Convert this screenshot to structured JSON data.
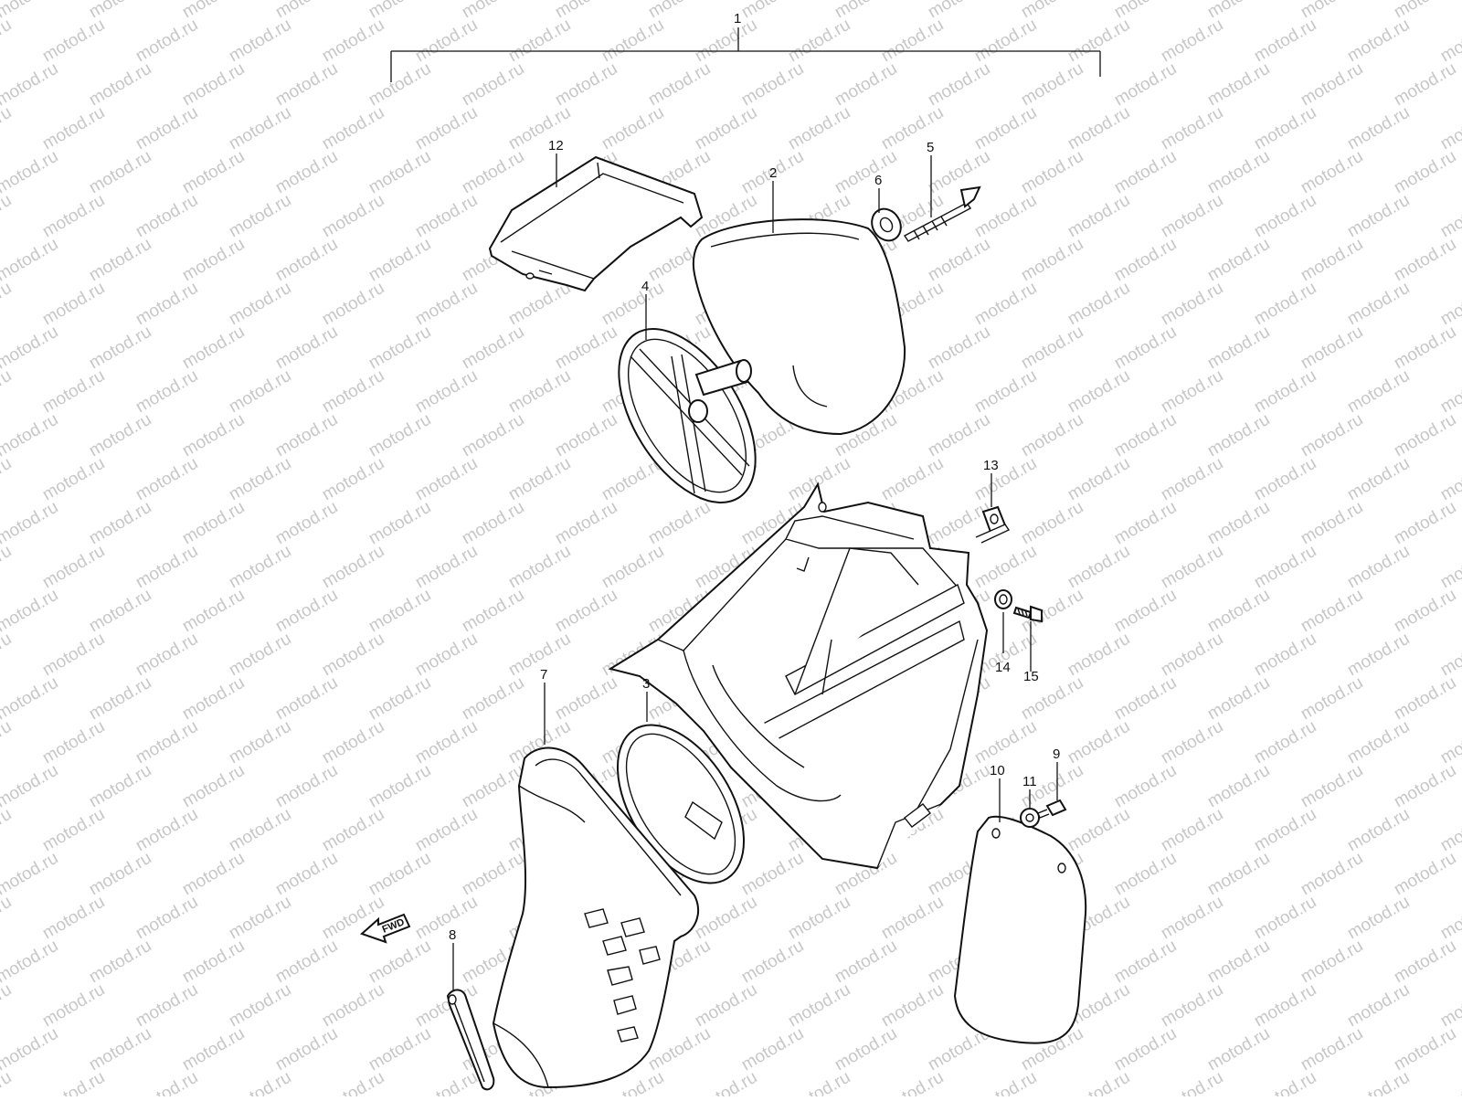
{
  "watermark": {
    "text": "motod.ru",
    "color": "#c7c7c7"
  },
  "fwd_badge": {
    "label": "FWD"
  },
  "callouts": [
    {
      "id": "1",
      "label": "1"
    },
    {
      "id": "2",
      "label": "2"
    },
    {
      "id": "3",
      "label": "3"
    },
    {
      "id": "4",
      "label": "4"
    },
    {
      "id": "5",
      "label": "5"
    },
    {
      "id": "6",
      "label": "6"
    },
    {
      "id": "7",
      "label": "7"
    },
    {
      "id": "8",
      "label": "8"
    },
    {
      "id": "9",
      "label": "9"
    },
    {
      "id": "10",
      "label": "10"
    },
    {
      "id": "11",
      "label": "11"
    },
    {
      "id": "12",
      "label": "12"
    },
    {
      "id": "13",
      "label": "13"
    },
    {
      "id": "14",
      "label": "14"
    },
    {
      "id": "15",
      "label": "15"
    }
  ]
}
